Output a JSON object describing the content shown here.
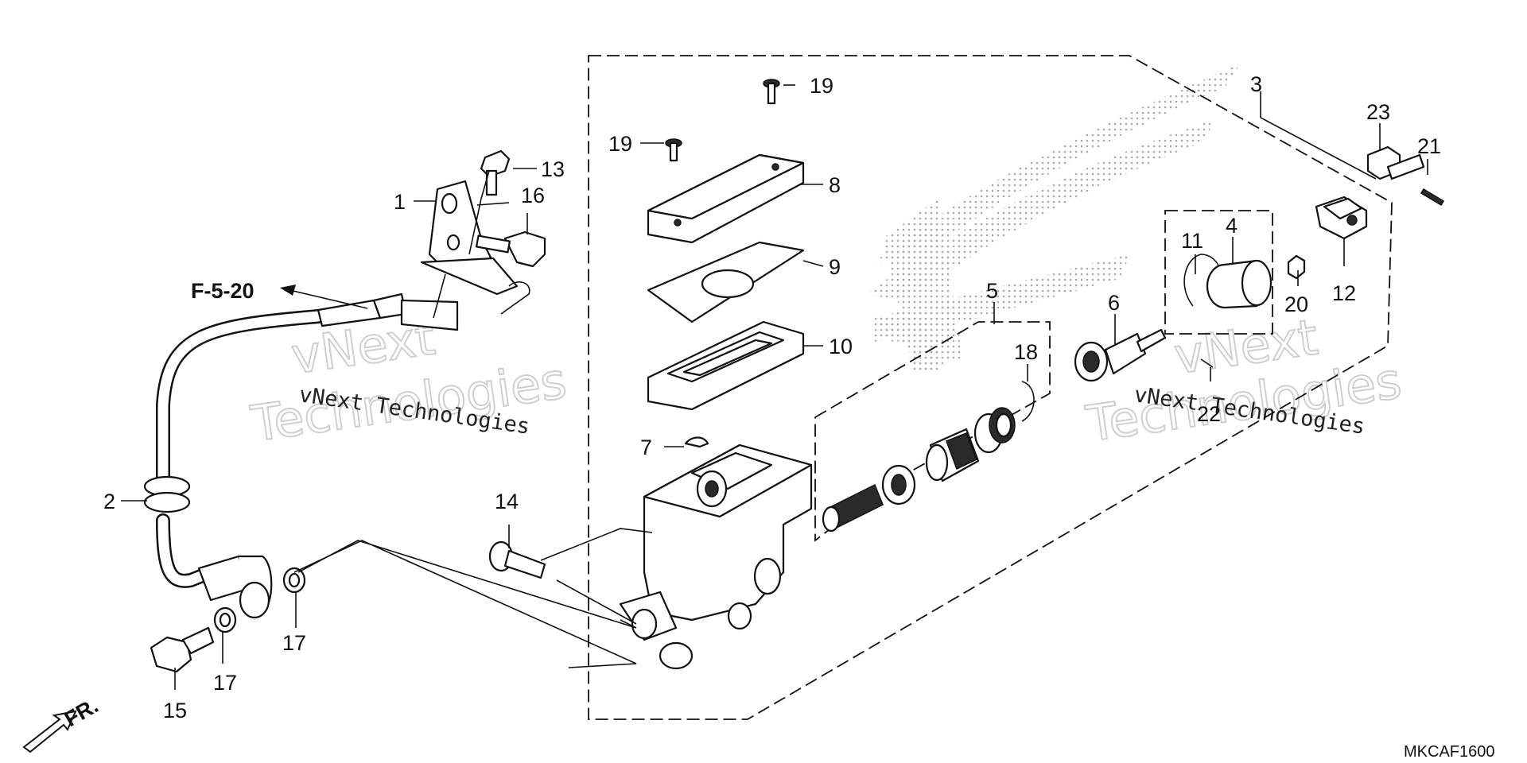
{
  "diagram": {
    "drawing_code": "MKCAF1600",
    "reference_label": "F-5-20",
    "direction_label": "FR.",
    "watermarks": [
      {
        "big": "vNext",
        "big2": "Technologies",
        "small": "vNext Technologies"
      },
      {
        "big": "vNext",
        "big2": "Technologies",
        "small": "vNext Technologies"
      }
    ],
    "callouts": [
      "1",
      "2",
      "3",
      "4",
      "5",
      "6",
      "7",
      "8",
      "9",
      "10",
      "11",
      "12",
      "13",
      "14",
      "15",
      "16",
      "17",
      "17",
      "18",
      "19",
      "19",
      "20",
      "21",
      "22",
      "23"
    ]
  }
}
